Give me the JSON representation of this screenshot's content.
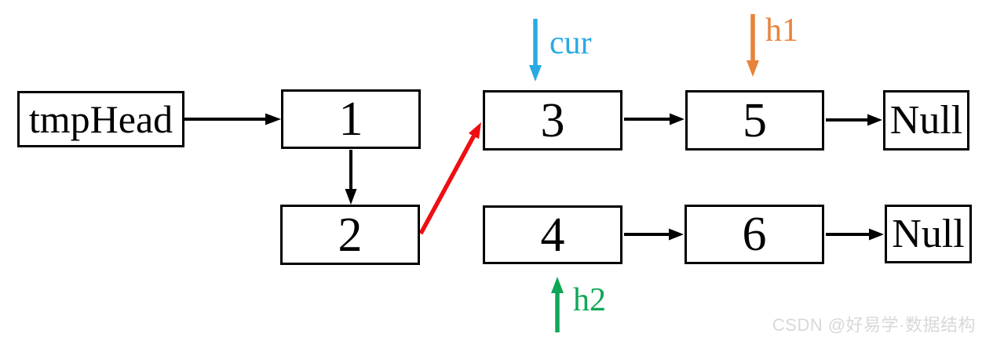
{
  "nodes": [
    {
      "id": "tmpHead",
      "label": "tmpHead"
    },
    {
      "id": "1",
      "label": "1"
    },
    {
      "id": "2",
      "label": "2"
    },
    {
      "id": "3",
      "label": "3"
    },
    {
      "id": "5",
      "label": "5"
    },
    {
      "id": "null-top",
      "label": "Null"
    },
    {
      "id": "4",
      "label": "4"
    },
    {
      "id": "6",
      "label": "6"
    },
    {
      "id": "null-bottom",
      "label": "Null"
    }
  ],
  "pointers": {
    "cur": {
      "label": "cur",
      "color": "#29ABE2"
    },
    "h1": {
      "label": "h1",
      "color": "#E8833C"
    },
    "h2": {
      "label": "h2",
      "color": "#0FA757"
    }
  },
  "colors": {
    "background": "#FFFFFF",
    "node_border": "#000000",
    "link_arrow": "#000000",
    "redirect_arrow": "#EF0E12"
  },
  "watermark": {
    "text": "CSDN @好易学·数据结构",
    "color": "#D8D8D8"
  }
}
